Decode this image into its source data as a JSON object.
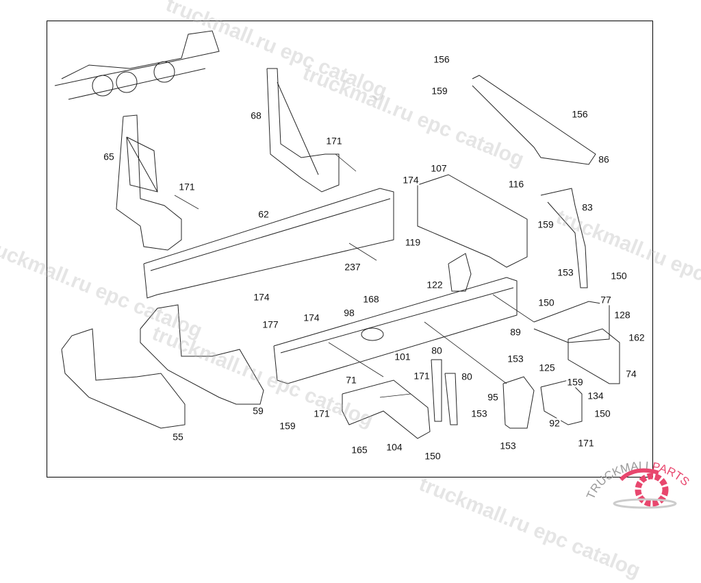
{
  "watermark": "truckmall.ru epc catalog",
  "logo": {
    "text_gray": "TRUCKMALL",
    "text_pink": "PARTS",
    "color_pink": "#e8476e",
    "color_gray": "#999999"
  },
  "callouts": [
    "156",
    "159",
    "156",
    "86",
    "68",
    "171",
    "65",
    "171",
    "107",
    "174",
    "116",
    "83",
    "62",
    "159",
    "119",
    "237",
    "153",
    "150",
    "122",
    "174",
    "168",
    "150",
    "77",
    "98",
    "177",
    "174",
    "128",
    "89",
    "162",
    "101",
    "80",
    "153",
    "125",
    "71",
    "171",
    "80",
    "74",
    "159",
    "95",
    "134",
    "59",
    "171",
    "153",
    "150",
    "55",
    "159",
    "92",
    "153",
    "171",
    "165",
    "104",
    "150"
  ]
}
